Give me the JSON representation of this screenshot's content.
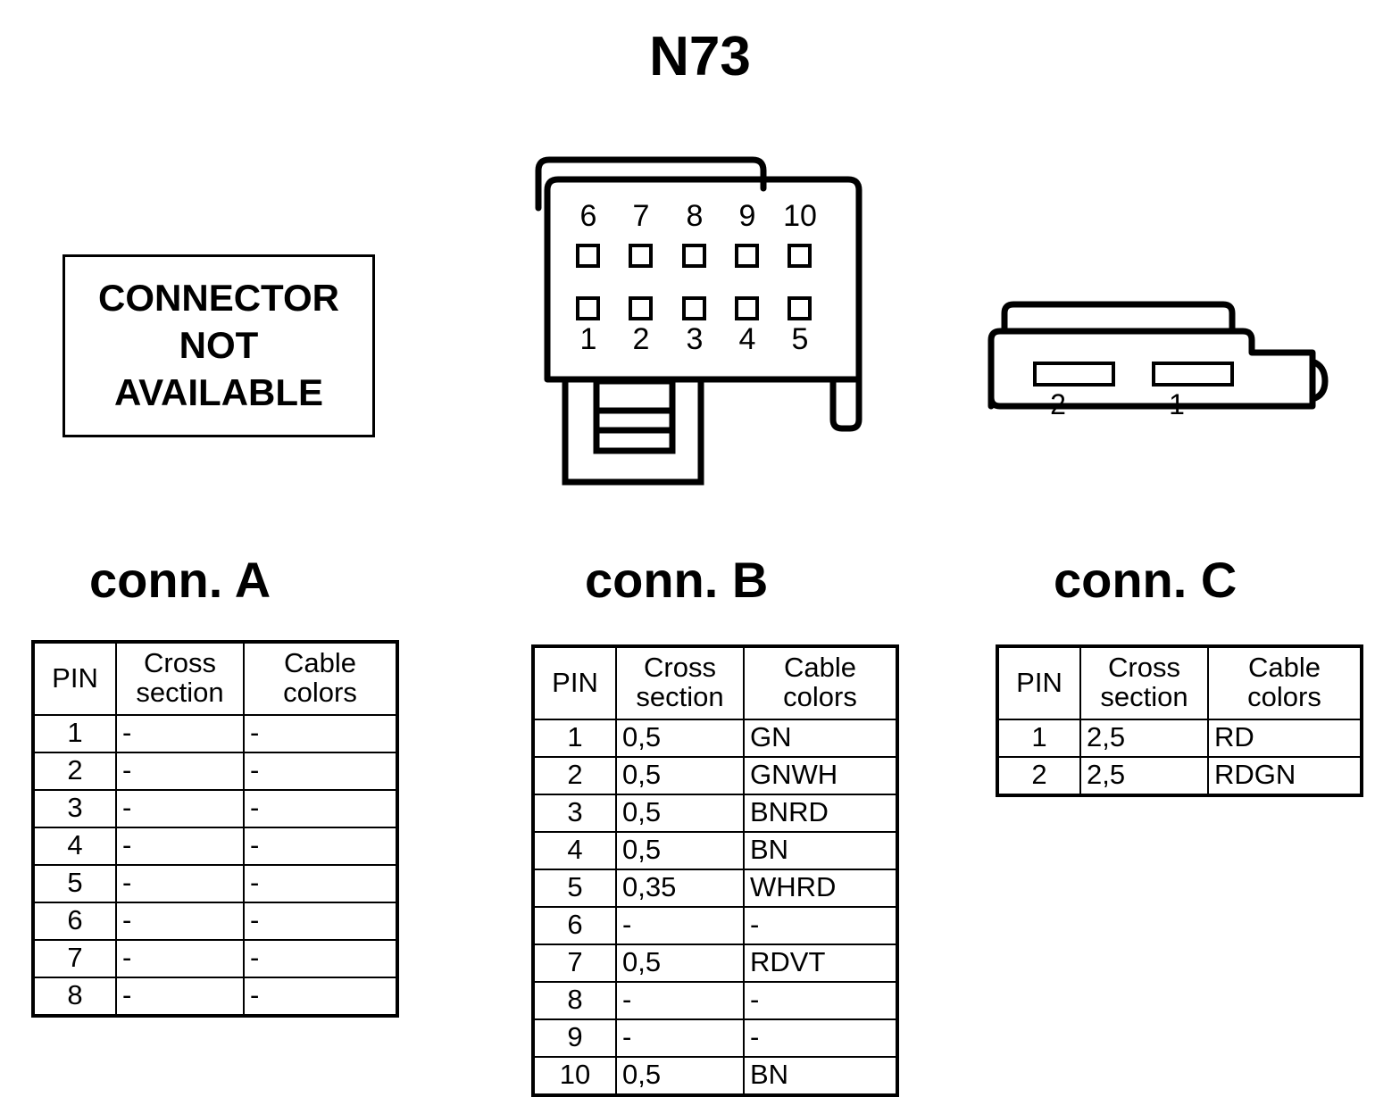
{
  "title": "N73",
  "not_available": {
    "lines": [
      "CONNECTOR",
      "NOT",
      "AVAILABLE"
    ]
  },
  "connector_a": {
    "heading": "conn. A",
    "available": false,
    "table": {
      "headers": [
        "PIN",
        "Cross section",
        "Cable colors"
      ],
      "header_parts": {
        "pin": "PIN",
        "cross": "Cross",
        "section": "section",
        "cable": "Cable",
        "colors": "colors"
      },
      "rows": [
        {
          "pin": "1",
          "cross_section": "-",
          "cable_colors": "-"
        },
        {
          "pin": "2",
          "cross_section": "-",
          "cable_colors": "-"
        },
        {
          "pin": "3",
          "cross_section": "-",
          "cable_colors": "-"
        },
        {
          "pin": "4",
          "cross_section": "-",
          "cable_colors": "-"
        },
        {
          "pin": "5",
          "cross_section": "-",
          "cable_colors": "-"
        },
        {
          "pin": "6",
          "cross_section": "-",
          "cable_colors": "-"
        },
        {
          "pin": "7",
          "cross_section": "-",
          "cable_colors": "-"
        },
        {
          "pin": "8",
          "cross_section": "-",
          "cable_colors": "-"
        }
      ]
    }
  },
  "connector_b": {
    "heading": "conn. B",
    "drawing": {
      "top_row_pins": [
        "6",
        "7",
        "8",
        "9",
        "10"
      ],
      "bottom_row_pins": [
        "1",
        "2",
        "3",
        "4",
        "5"
      ],
      "cavity_count": 10
    },
    "table": {
      "headers": [
        "PIN",
        "Cross section",
        "Cable colors"
      ],
      "rows": [
        {
          "pin": "1",
          "cross_section": "0,5",
          "cable_colors": "GN"
        },
        {
          "pin": "2",
          "cross_section": "0,5",
          "cable_colors": "GNWH"
        },
        {
          "pin": "3",
          "cross_section": "0,5",
          "cable_colors": "BNRD"
        },
        {
          "pin": "4",
          "cross_section": "0,5",
          "cable_colors": "BN"
        },
        {
          "pin": "5",
          "cross_section": "0,35",
          "cable_colors": "WHRD"
        },
        {
          "pin": "6",
          "cross_section": "-",
          "cable_colors": "-"
        },
        {
          "pin": "7",
          "cross_section": "0,5",
          "cable_colors": "RDVT"
        },
        {
          "pin": "8",
          "cross_section": "-",
          "cable_colors": "-"
        },
        {
          "pin": "9",
          "cross_section": "-",
          "cable_colors": "-"
        },
        {
          "pin": "10",
          "cross_section": "0,5",
          "cable_colors": "BN"
        }
      ]
    }
  },
  "connector_c": {
    "heading": "conn. C",
    "drawing": {
      "slot_labels": [
        "2",
        "1"
      ],
      "cavity_count": 2
    },
    "table": {
      "headers": [
        "PIN",
        "Cross section",
        "Cable colors"
      ],
      "rows": [
        {
          "pin": "1",
          "cross_section": "2,5",
          "cable_colors": "RD"
        },
        {
          "pin": "2",
          "cross_section": "2,5",
          "cable_colors": "RDGN"
        }
      ]
    }
  },
  "colors": {
    "line": "#000000",
    "background": "#ffffff"
  }
}
